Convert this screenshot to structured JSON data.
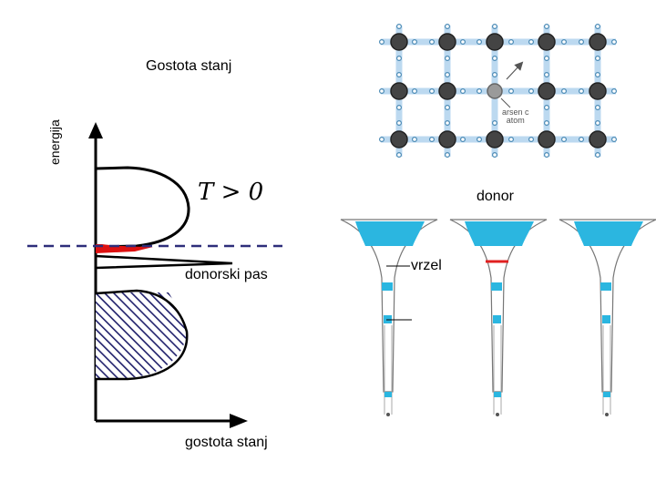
{
  "dos_plot": {
    "title": "Gostota stanj",
    "y_axis_label": "energija",
    "x_axis_label": "gostota stanj",
    "donor_band_label": "donorski pas",
    "temperature_label": "T > 0"
  },
  "lattice": {
    "rows": 3,
    "cols": 5,
    "dopant_label_line1": "arsen c",
    "dopant_label_line2": "atom"
  },
  "donor_diagram": {
    "title": "donor",
    "gap_label": "vrzel",
    "funnel_count": 3
  },
  "colors": {
    "dashed_line": "#2e2e7a",
    "hatch": "#1f1f6b",
    "red_fill": "#dd1111",
    "lattice_bond": "#bcd9f0",
    "atom": "#444444",
    "dopant_atom": "#9a9a9a",
    "funnel_fill": "#2bb6e0",
    "donor_level": "#e02020"
  }
}
